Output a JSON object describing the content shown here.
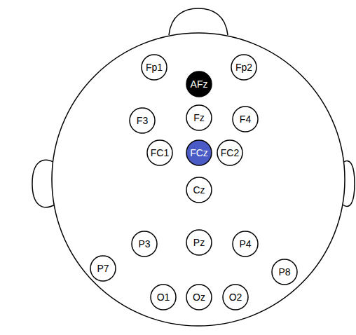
{
  "diagram": {
    "nodes": [
      {
        "text": [
          "Fp1"
        ]
      },
      {
        "text": [
          "AFz"
        ]
      },
      {
        "text": [
          "Fp2"
        ]
      },
      {
        "text": [
          "F3"
        ]
      },
      {
        "text": [
          "Fz"
        ]
      },
      {
        "text": [
          "F4"
        ]
      },
      {
        "text": [
          "FC1"
        ]
      },
      {
        "text": [
          "FCz"
        ]
      },
      {
        "text": [
          "FC2"
        ]
      },
      {
        "text": [
          "Cz"
        ]
      },
      {
        "text": [
          "P3"
        ]
      },
      {
        "text": [
          "Pz"
        ]
      },
      {
        "text": [
          "P4"
        ]
      },
      {
        "text": [
          "P7"
        ]
      },
      {
        "text": [
          "P8"
        ]
      },
      {
        "text": [
          "O1"
        ]
      },
      {
        "text": [
          "Oz"
        ]
      },
      {
        "text": [
          "O2"
        ]
      }
    ]
  }
}
